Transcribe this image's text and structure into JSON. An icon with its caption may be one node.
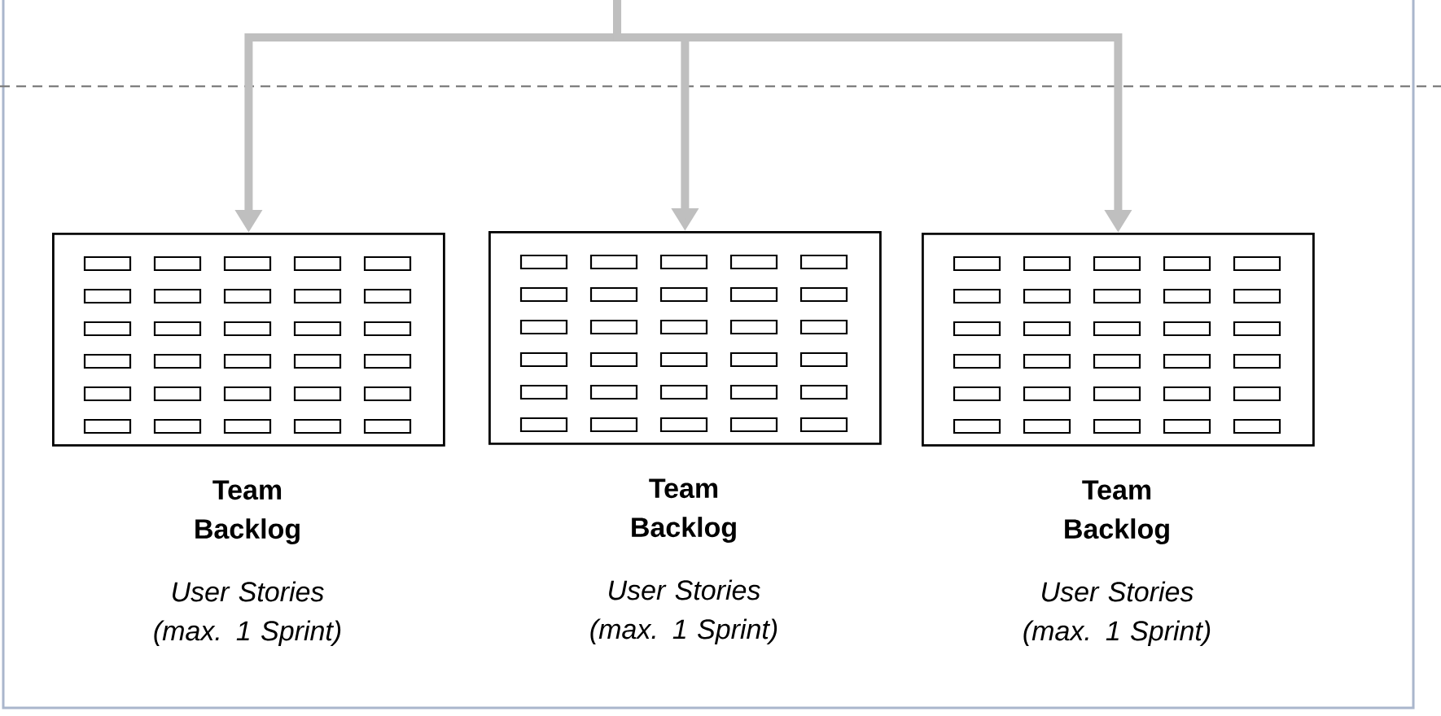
{
  "diagram": {
    "nodes": [
      {
        "text": [
          "Team Backlog",
          "User Stories (max. 1 Sprint)"
        ]
      },
      {
        "text": [
          "Team Backlog",
          "User Stories (max. 1 Sprint)"
        ]
      },
      {
        "text": [
          "Team Backlog",
          "User Stories (max. 1 Sprint)"
        ]
      }
    ],
    "edges": [
      {
        "from": null,
        "to": 0,
        "arrow": "to"
      },
      {
        "from": null,
        "to": 1,
        "arrow": "to"
      },
      {
        "from": null,
        "to": 2,
        "arrow": "to"
      }
    ]
  }
}
